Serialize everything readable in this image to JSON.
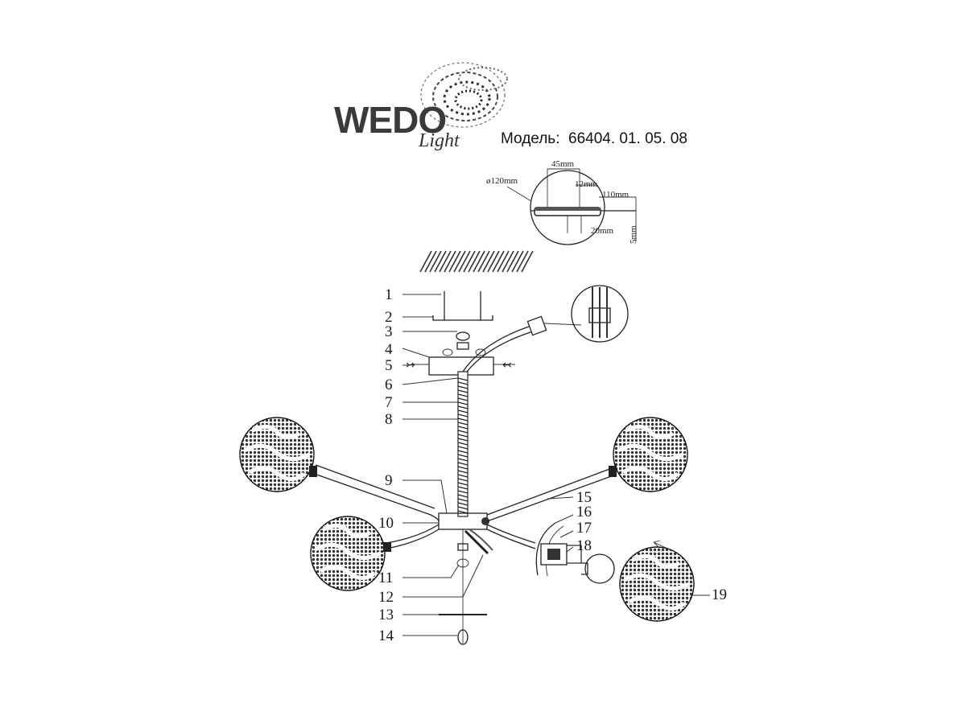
{
  "brand": {
    "name": "WEDO",
    "script": "Light",
    "model_label": "Модель:",
    "model_number": "66404. 01. 05. 08"
  },
  "mount_detail": {
    "diameter": "ø120mm",
    "d1": "45mm",
    "d2": "12mm",
    "d3": "110mm",
    "d4": "20mm",
    "d5": "5mm"
  },
  "parts": [
    {
      "num": "1"
    },
    {
      "num": "2"
    },
    {
      "num": "3"
    },
    {
      "num": "4"
    },
    {
      "num": "5"
    },
    {
      "num": "6"
    },
    {
      "num": "7"
    },
    {
      "num": "8"
    },
    {
      "num": "9"
    },
    {
      "num": "10"
    },
    {
      "num": "11"
    },
    {
      "num": "12"
    },
    {
      "num": "13"
    },
    {
      "num": "14"
    },
    {
      "num": "15"
    },
    {
      "num": "16"
    },
    {
      "num": "17"
    },
    {
      "num": "18"
    },
    {
      "num": "19"
    }
  ]
}
